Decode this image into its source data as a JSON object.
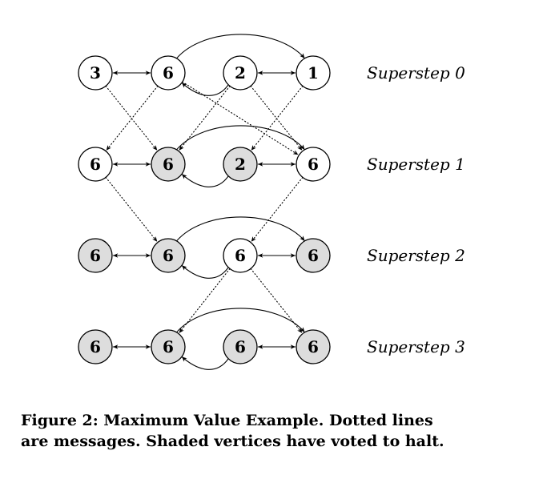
{
  "colors": {
    "halted_fill": "#dddddd",
    "active_fill": "#ffffff",
    "stroke": "#000000"
  },
  "supersteps": [
    {
      "label": "Superstep 0",
      "vertices": [
        {
          "value": "3",
          "halted": false
        },
        {
          "value": "6",
          "halted": false
        },
        {
          "value": "2",
          "halted": false
        },
        {
          "value": "1",
          "halted": false
        }
      ]
    },
    {
      "label": "Superstep 1",
      "vertices": [
        {
          "value": "6",
          "halted": false
        },
        {
          "value": "6",
          "halted": true
        },
        {
          "value": "2",
          "halted": true
        },
        {
          "value": "6",
          "halted": false
        }
      ]
    },
    {
      "label": "Superstep 2",
      "vertices": [
        {
          "value": "6",
          "halted": true
        },
        {
          "value": "6",
          "halted": true
        },
        {
          "value": "6",
          "halted": false
        },
        {
          "value": "6",
          "halted": true
        }
      ]
    },
    {
      "label": "Superstep 3",
      "vertices": [
        {
          "value": "6",
          "halted": true
        },
        {
          "value": "6",
          "halted": true
        },
        {
          "value": "6",
          "halted": true
        },
        {
          "value": "6",
          "halted": true
        }
      ]
    }
  ],
  "graph_edges": [
    {
      "from": 0,
      "to": 1,
      "kind": "bidirectional"
    },
    {
      "from": 2,
      "to": 3,
      "kind": "bidirectional"
    },
    {
      "from": 1,
      "to": 3,
      "kind": "directed"
    },
    {
      "from": 2,
      "to": 1,
      "kind": "directed"
    }
  ],
  "messages": [
    {
      "step": 0,
      "from": 0,
      "to": 1
    },
    {
      "step": 0,
      "from": 1,
      "to": 0
    },
    {
      "step": 0,
      "from": 1,
      "to": 3
    },
    {
      "step": 0,
      "from": 2,
      "to": 1
    },
    {
      "step": 0,
      "from": 2,
      "to": 3
    },
    {
      "step": 0,
      "from": 3,
      "to": 2
    },
    {
      "step": 1,
      "from": 0,
      "to": 1
    },
    {
      "step": 1,
      "from": 3,
      "to": 2
    },
    {
      "step": 2,
      "from": 2,
      "to": 1
    },
    {
      "step": 2,
      "from": 2,
      "to": 3
    }
  ],
  "caption": {
    "line1": "Figure 2: Maximum Value Example.  Dotted lines",
    "line2": "are messages. Shaded vertices have voted to halt."
  }
}
